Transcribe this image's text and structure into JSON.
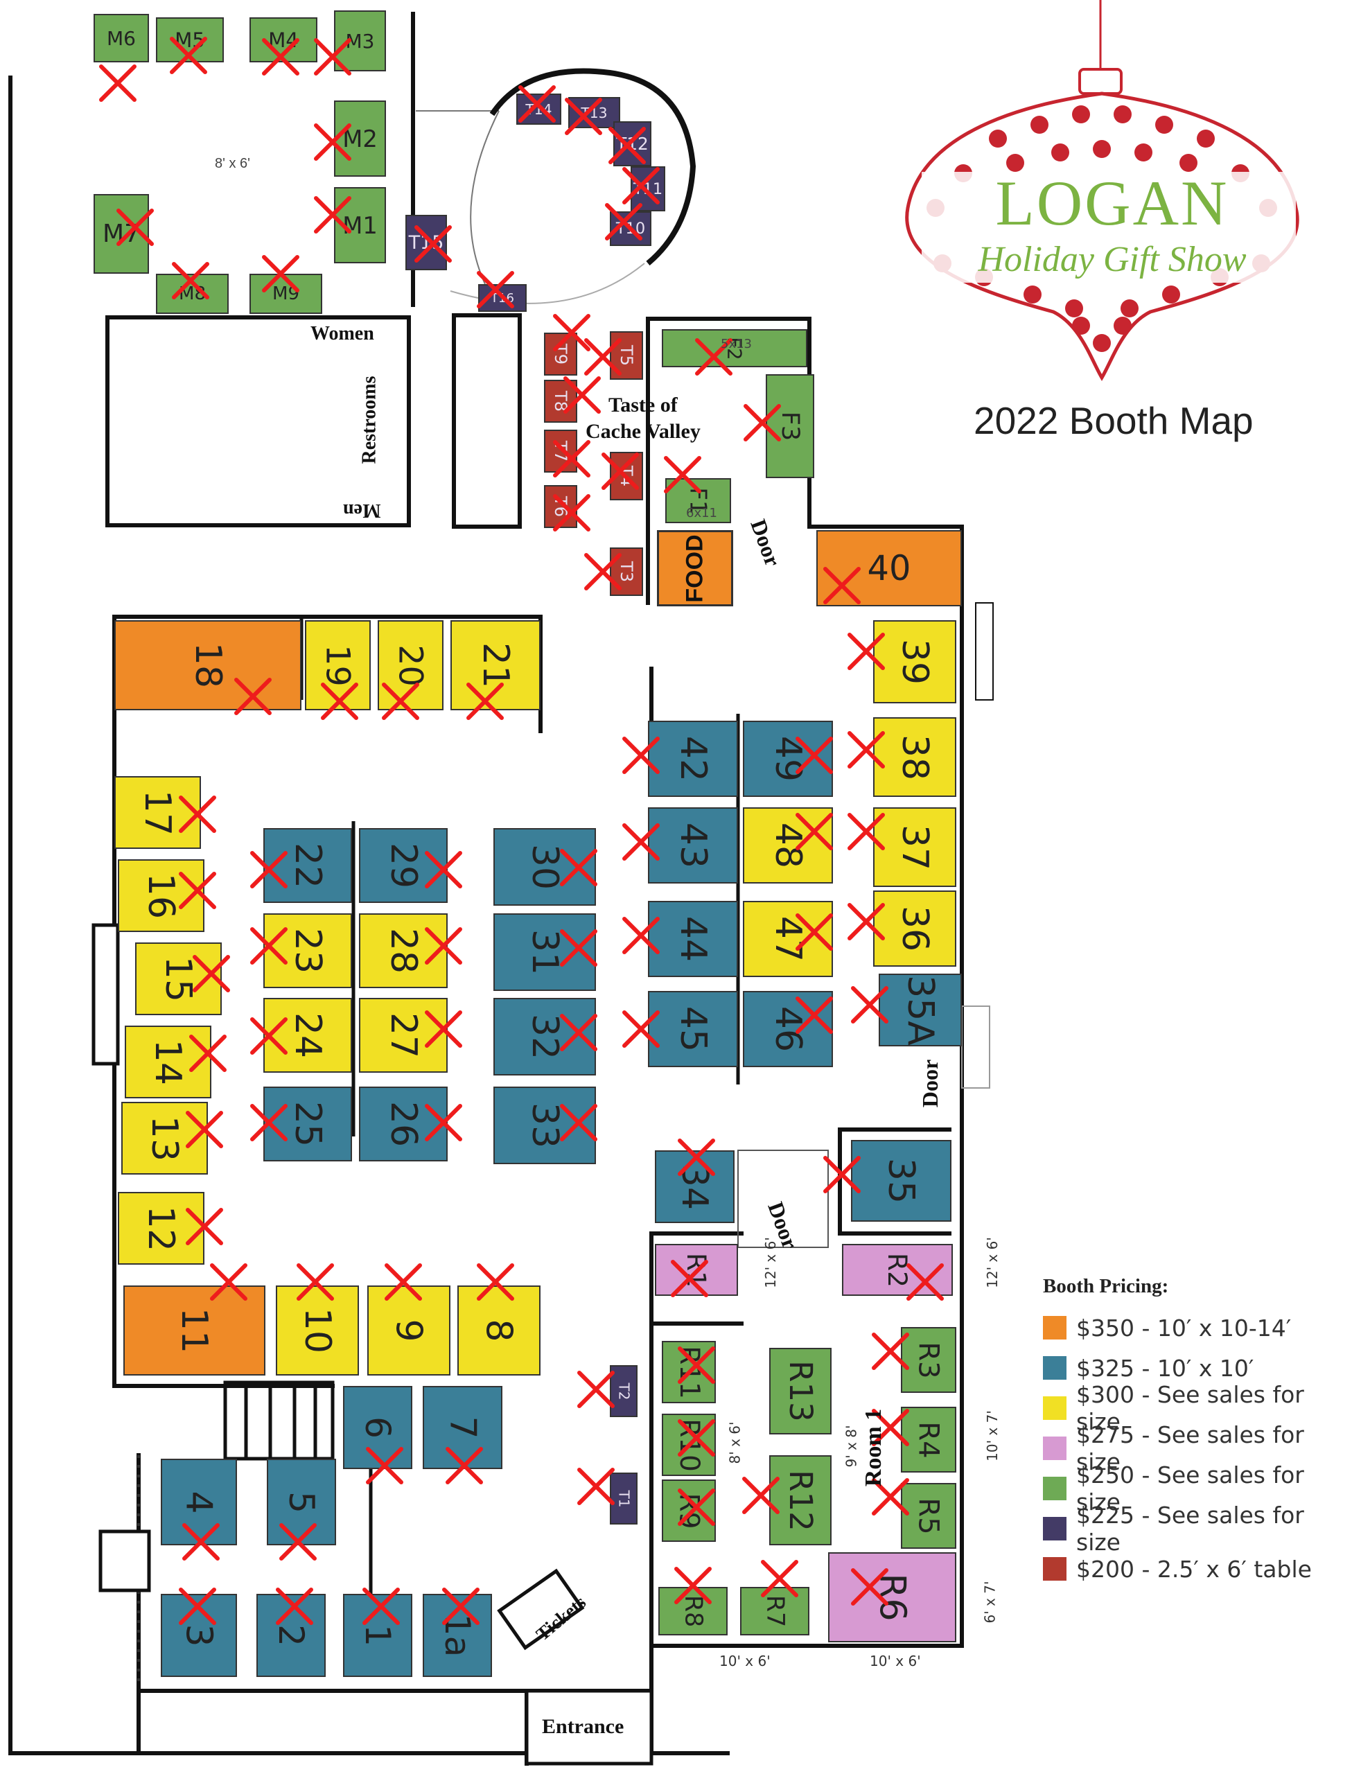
{
  "show": {
    "title": "LOGAN",
    "subtitle": "Holiday Gift Show",
    "map_title": "2022 Booth Map"
  },
  "colors": {
    "orange": "#ef8a27",
    "blue": "#3b7f98",
    "yellow": "#f1e024",
    "pink": "#d79ad2",
    "green": "#6eaa55",
    "purple": "#433b66",
    "red": "#b23a2e",
    "x_mark": "#ee1c1c",
    "ornament": "#c7252f",
    "title_green": "#7cb342"
  },
  "labels": {
    "m_area_size": "8' x 6'",
    "women": "Women",
    "restrooms": "Restrooms",
    "men": "Men",
    "taste": "Taste of",
    "cache_valley": "Cache Valley",
    "door": "Door",
    "food": "FOOD",
    "tickets": "Tickets",
    "entrance": "Entrance",
    "room1": "Room 1",
    "f1_size": "6x11",
    "f2_size": "5x13",
    "size_12x6": "12' x 6'",
    "size_10x7": "10' x 7'",
    "size_6x7": "6' x 7'",
    "size_8x6": "8' x 6'",
    "size_9x8": "9' x 8'",
    "size_10x6": "10' x 6'"
  },
  "legend": {
    "title": "Booth Pricing:",
    "items": [
      {
        "color": "orange",
        "text": "$350 - 10′ x 10-14′"
      },
      {
        "color": "blue",
        "text": "$325 - 10′ x 10′"
      },
      {
        "color": "yellow",
        "text": "$300 - See sales for size"
      },
      {
        "color": "pink",
        "text": "$275 - See sales for size"
      },
      {
        "color": "green",
        "text": "$250 - See sales for size"
      },
      {
        "color": "purple",
        "text": "$225 - See sales for size"
      },
      {
        "color": "red",
        "text": "$200 - 2.5′ x 6′ table"
      }
    ]
  },
  "booths": [
    {
      "id": "M6",
      "color": "green",
      "sold": true
    },
    {
      "id": "M5",
      "color": "green",
      "sold": true
    },
    {
      "id": "M4",
      "color": "green",
      "sold": true
    },
    {
      "id": "M3",
      "color": "green",
      "sold": true
    },
    {
      "id": "M2",
      "color": "green",
      "sold": true
    },
    {
      "id": "M1",
      "color": "green",
      "sold": true
    },
    {
      "id": "M7",
      "color": "green",
      "sold": true
    },
    {
      "id": "M8",
      "color": "green",
      "sold": true
    },
    {
      "id": "M9",
      "color": "green",
      "sold": true
    },
    {
      "id": "T14",
      "color": "purple",
      "sold": true
    },
    {
      "id": "T13",
      "color": "purple",
      "sold": true
    },
    {
      "id": "T12",
      "color": "purple",
      "sold": true
    },
    {
      "id": "T11",
      "color": "purple",
      "sold": true
    },
    {
      "id": "T10",
      "color": "purple",
      "sold": true
    },
    {
      "id": "T15",
      "color": "purple",
      "sold": true
    },
    {
      "id": "T16",
      "color": "purple",
      "sold": true
    },
    {
      "id": "T9",
      "color": "red",
      "sold": true
    },
    {
      "id": "T8",
      "color": "red",
      "sold": true
    },
    {
      "id": "T7",
      "color": "red",
      "sold": true
    },
    {
      "id": "T6",
      "color": "red",
      "sold": true
    },
    {
      "id": "T5",
      "color": "red",
      "sold": true
    },
    {
      "id": "T4",
      "color": "red",
      "sold": true
    },
    {
      "id": "T3",
      "color": "red",
      "sold": true
    },
    {
      "id": "F2",
      "color": "green",
      "sold": true
    },
    {
      "id": "F3",
      "color": "green",
      "sold": true
    },
    {
      "id": "F1",
      "color": "green",
      "sold": true
    },
    {
      "id": "40",
      "color": "orange",
      "sold": true
    },
    {
      "id": "18",
      "color": "orange",
      "sold": true
    },
    {
      "id": "19",
      "color": "yellow",
      "sold": true
    },
    {
      "id": "20",
      "color": "yellow",
      "sold": true
    },
    {
      "id": "21",
      "color": "yellow",
      "sold": true
    },
    {
      "id": "39",
      "color": "yellow",
      "sold": true
    },
    {
      "id": "38",
      "color": "yellow",
      "sold": true
    },
    {
      "id": "37",
      "color": "yellow",
      "sold": true
    },
    {
      "id": "36",
      "color": "yellow",
      "sold": true
    },
    {
      "id": "35A",
      "color": "blue",
      "sold": true
    },
    {
      "id": "42",
      "color": "blue",
      "sold": true
    },
    {
      "id": "49",
      "color": "blue",
      "sold": true
    },
    {
      "id": "43",
      "color": "blue",
      "sold": true
    },
    {
      "id": "48",
      "color": "yellow",
      "sold": true
    },
    {
      "id": "44",
      "color": "blue",
      "sold": true
    },
    {
      "id": "47",
      "color": "yellow",
      "sold": true
    },
    {
      "id": "45",
      "color": "blue",
      "sold": true
    },
    {
      "id": "46",
      "color": "blue",
      "sold": true
    },
    {
      "id": "17",
      "color": "yellow",
      "sold": true
    },
    {
      "id": "16",
      "color": "yellow",
      "sold": true
    },
    {
      "id": "15",
      "color": "yellow",
      "sold": true
    },
    {
      "id": "14",
      "color": "yellow",
      "sold": true
    },
    {
      "id": "13",
      "color": "yellow",
      "sold": true
    },
    {
      "id": "12",
      "color": "yellow",
      "sold": true
    },
    {
      "id": "22",
      "color": "blue",
      "sold": true
    },
    {
      "id": "29",
      "color": "blue",
      "sold": true
    },
    {
      "id": "23",
      "color": "yellow",
      "sold": true
    },
    {
      "id": "28",
      "color": "yellow",
      "sold": true
    },
    {
      "id": "24",
      "color": "yellow",
      "sold": true
    },
    {
      "id": "27",
      "color": "yellow",
      "sold": true
    },
    {
      "id": "25",
      "color": "blue",
      "sold": true
    },
    {
      "id": "26",
      "color": "blue",
      "sold": true
    },
    {
      "id": "30",
      "color": "blue",
      "sold": true
    },
    {
      "id": "31",
      "color": "blue",
      "sold": true
    },
    {
      "id": "32",
      "color": "blue",
      "sold": true
    },
    {
      "id": "33",
      "color": "blue",
      "sold": true
    },
    {
      "id": "34",
      "color": "blue",
      "sold": true
    },
    {
      "id": "35",
      "color": "blue",
      "sold": true
    },
    {
      "id": "R1",
      "color": "pink",
      "sold": true
    },
    {
      "id": "R2",
      "color": "pink",
      "sold": true
    },
    {
      "id": "11",
      "color": "orange",
      "sold": true
    },
    {
      "id": "10",
      "color": "yellow",
      "sold": true
    },
    {
      "id": "9",
      "color": "yellow",
      "sold": true
    },
    {
      "id": "8",
      "color": "yellow",
      "sold": true
    },
    {
      "id": "T2",
      "color": "purple",
      "sold": true
    },
    {
      "id": "T1",
      "color": "purple",
      "sold": true
    },
    {
      "id": "R11",
      "color": "green",
      "sold": true
    },
    {
      "id": "R10",
      "color": "green",
      "sold": true
    },
    {
      "id": "R9",
      "color": "green",
      "sold": true
    },
    {
      "id": "R13",
      "color": "green",
      "sold": false
    },
    {
      "id": "R12",
      "color": "green",
      "sold": true
    },
    {
      "id": "R3",
      "color": "green",
      "sold": true
    },
    {
      "id": "R4",
      "color": "green",
      "sold": true
    },
    {
      "id": "R5",
      "color": "green",
      "sold": true
    },
    {
      "id": "R8",
      "color": "green",
      "sold": true
    },
    {
      "id": "R7",
      "color": "green",
      "sold": true
    },
    {
      "id": "R6",
      "color": "pink",
      "sold": true
    },
    {
      "id": "6",
      "color": "blue",
      "sold": true
    },
    {
      "id": "7",
      "color": "blue",
      "sold": true
    },
    {
      "id": "4",
      "color": "blue",
      "sold": true
    },
    {
      "id": "5",
      "color": "blue",
      "sold": true
    },
    {
      "id": "3",
      "color": "blue",
      "sold": true
    },
    {
      "id": "2",
      "color": "blue",
      "sold": true
    },
    {
      "id": "1",
      "color": "blue",
      "sold": true
    },
    {
      "id": "1a",
      "color": "blue",
      "sold": true
    }
  ]
}
